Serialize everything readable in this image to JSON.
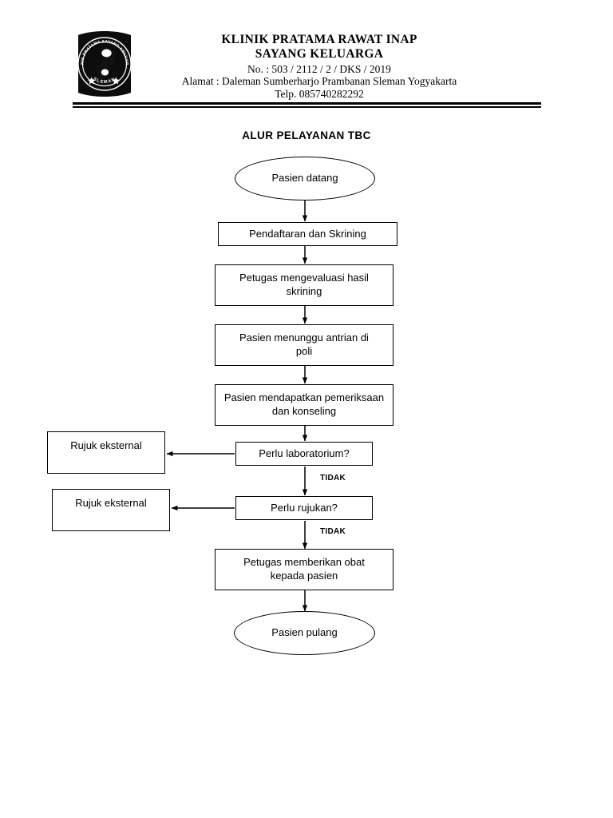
{
  "letterhead": {
    "logo": {
      "icon": "clinic-badge-logo",
      "ring_text_top": "KLINIK PRATAMA SAYANG KELUARGA",
      "ring_text_bottom": "SLEMAN"
    },
    "clinic_name_line1": "KLINIK PRATAMA RAWAT INAP",
    "clinic_name_line2": "SAYANG KELUARGA",
    "number_line": "No. : 503 / 2112 / 2 / DKS /  2019",
    "address_line": "Alamat :  Daleman Sumberharjo Prambanan Sleman Yogyakarta",
    "phone_line": "Telp. 085740282292"
  },
  "chart_title": "ALUR PELAYANAN TBC",
  "flow": {
    "nodes": [
      {
        "id": "start",
        "label": "Pasien datang",
        "shape": "terminator"
      },
      {
        "id": "n1",
        "label": "Pendaftaran dan Skrining",
        "shape": "box"
      },
      {
        "id": "n2",
        "label": "Petugas mengevaluasi hasil skrining",
        "shape": "box"
      },
      {
        "id": "n3",
        "label": "Pasien menunggu antrian di poli",
        "shape": "box"
      },
      {
        "id": "n4",
        "label": "Pasien mendapatkan pemeriksaan dan konseling",
        "shape": "box"
      },
      {
        "id": "d1",
        "label": "Perlu laboratorium?",
        "shape": "decision"
      },
      {
        "id": "r1",
        "label": "Rujuk eksternal",
        "shape": "box"
      },
      {
        "id": "d2",
        "label": "Perlu rujukan?",
        "shape": "decision"
      },
      {
        "id": "r2",
        "label": "Rujuk eksternal",
        "shape": "box"
      },
      {
        "id": "n5",
        "label": "Petugas memberikan obat kepada pasien",
        "shape": "box"
      },
      {
        "id": "end",
        "label": "Pasien pulang",
        "shape": "terminator"
      }
    ],
    "branch_labels": {
      "lab_tidak": "TIDAK",
      "rujukan_tidak": "TIDAK"
    }
  },
  "colors": {
    "ink": "#000000",
    "paper": "#ffffff"
  }
}
